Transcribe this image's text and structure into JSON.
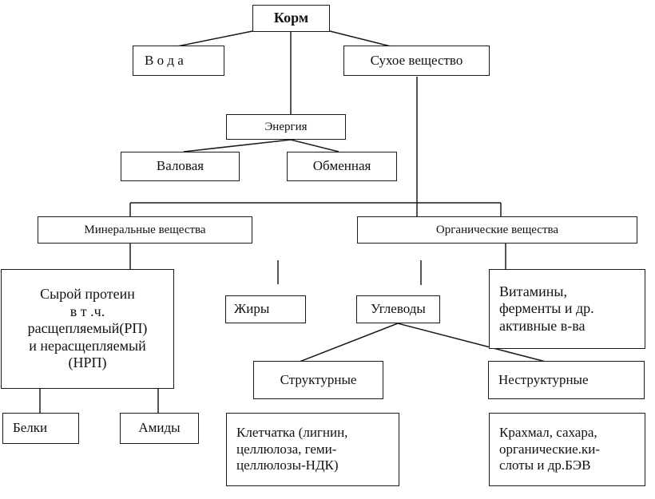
{
  "root": "Корм",
  "water": "В о д а",
  "dry_matter": "Сухое вещество",
  "energy": {
    "title": "Энергия",
    "gross": "Валовая",
    "metabolizable": "Обменная"
  },
  "mineral": "Минеральные вещества",
  "organic": "Органические вещества",
  "protein": {
    "text": "Сырой протеин\nв т .ч.\nрасщепляемый(РП)\nи нерасщепляемый\n(НРП)",
    "proteins": "Белки",
    "amides": "Амиды"
  },
  "fats": "Жиры",
  "carbs": {
    "title": "Углеводы",
    "structural": "Структурные",
    "nonstructural": "Неструктурные",
    "fiber": "Клетчатка (лигнин,\nцеллюлоза, геми-\nцеллюлозы-НДК)",
    "starch": "Крахмал, сахара,\nорганические.ки-\nслоты и др.БЭВ"
  },
  "vitamins": "Витамины,\nферменты и др.\nактивные в-ва"
}
